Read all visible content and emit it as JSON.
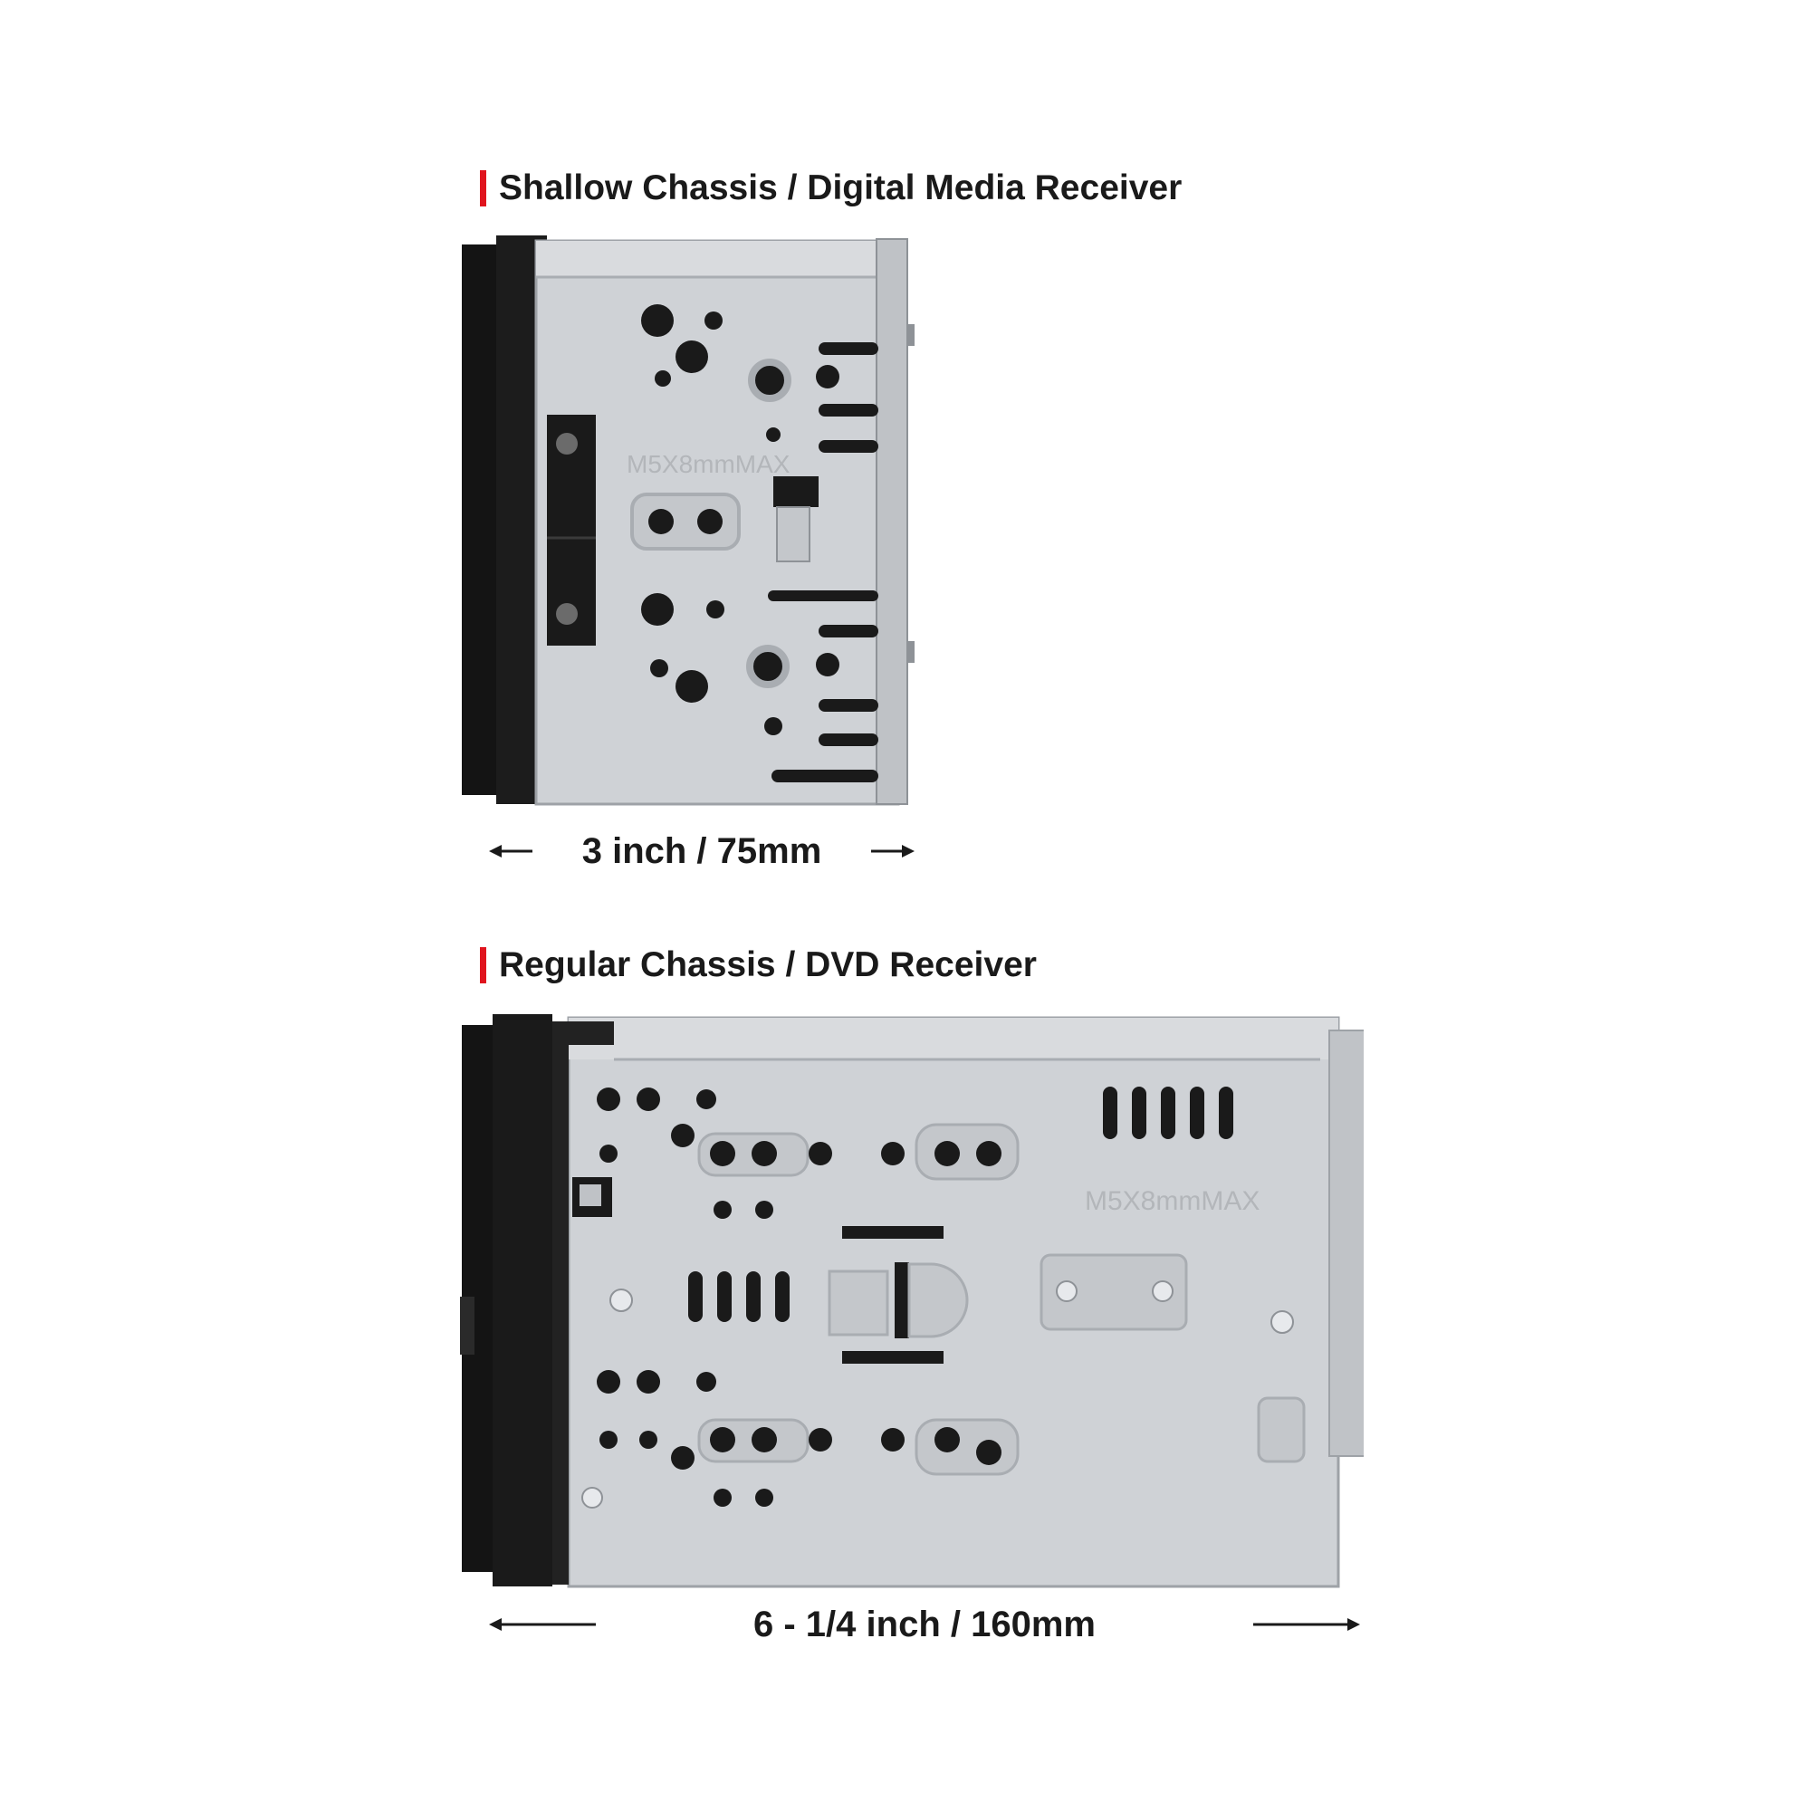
{
  "shallow": {
    "title": "Shallow Chassis / Digital Media Receiver",
    "stamp": "M5X8mmMAX",
    "dimension": "3 inch / 75mm"
  },
  "regular": {
    "title": "Regular Chassis / DVD Receiver",
    "stamp": "M5X8mmMAX",
    "dimension": "6 - 1/4 inch / 160mm"
  },
  "colors": {
    "accent": "#e0141e",
    "metal": "#cfd2d6",
    "metal_shadow": "#a9adb2",
    "face": "#141414"
  }
}
